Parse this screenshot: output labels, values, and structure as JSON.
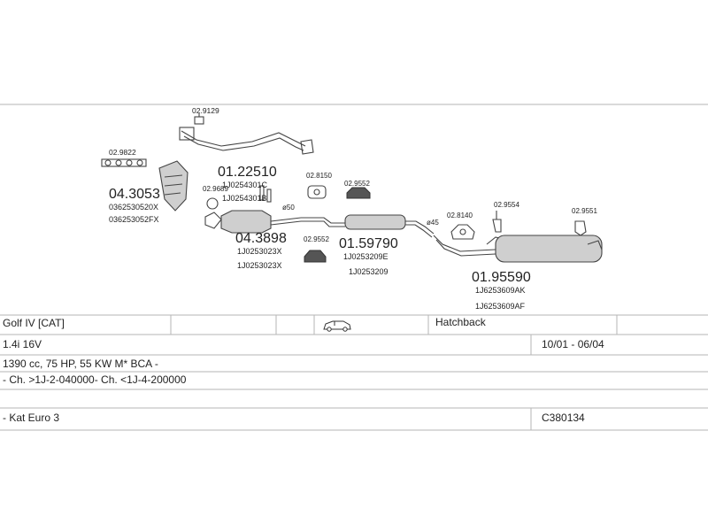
{
  "parts": {
    "p1": "02.9129",
    "p2": "02.9822",
    "p3": "04.3053",
    "p3a": "0362530520X",
    "p3b": "036253052FX",
    "p4": "01.22510",
    "p4a": "1J0254301C",
    "p4b": "1J0254301B",
    "p5": "02.9689",
    "p6": "ø50",
    "p7": "04.3898",
    "p7a": "1J0253023X",
    "p7b": "1J0253023X",
    "p8": "02.8150",
    "p9": "02.9552",
    "p10": "02.9552",
    "p11": "01.59790",
    "p11a": "1J0253209E",
    "p11b": "1J0253209",
    "p12": "ø45",
    "p13": "02.8140",
    "p14": "02.9554",
    "p15": "02.9551",
    "p16": "01.95590",
    "p16a": "1J6253609AK",
    "p16b": "1J6253609AF"
  },
  "info": {
    "model": "Golf IV  [CAT]",
    "body": "Hatchback",
    "engine": "1.4i 16V",
    "dates": "10/01 - 06/04",
    "spec": "1390 cc, 75 HP, 55 KW M* BCA -",
    "chassis": "- Ch. >1J-2-040000- Ch. <1J-4-200000",
    "kat": "- Kat Euro 3",
    "code": "C380134"
  },
  "icons": {
    "car": "car-icon"
  }
}
